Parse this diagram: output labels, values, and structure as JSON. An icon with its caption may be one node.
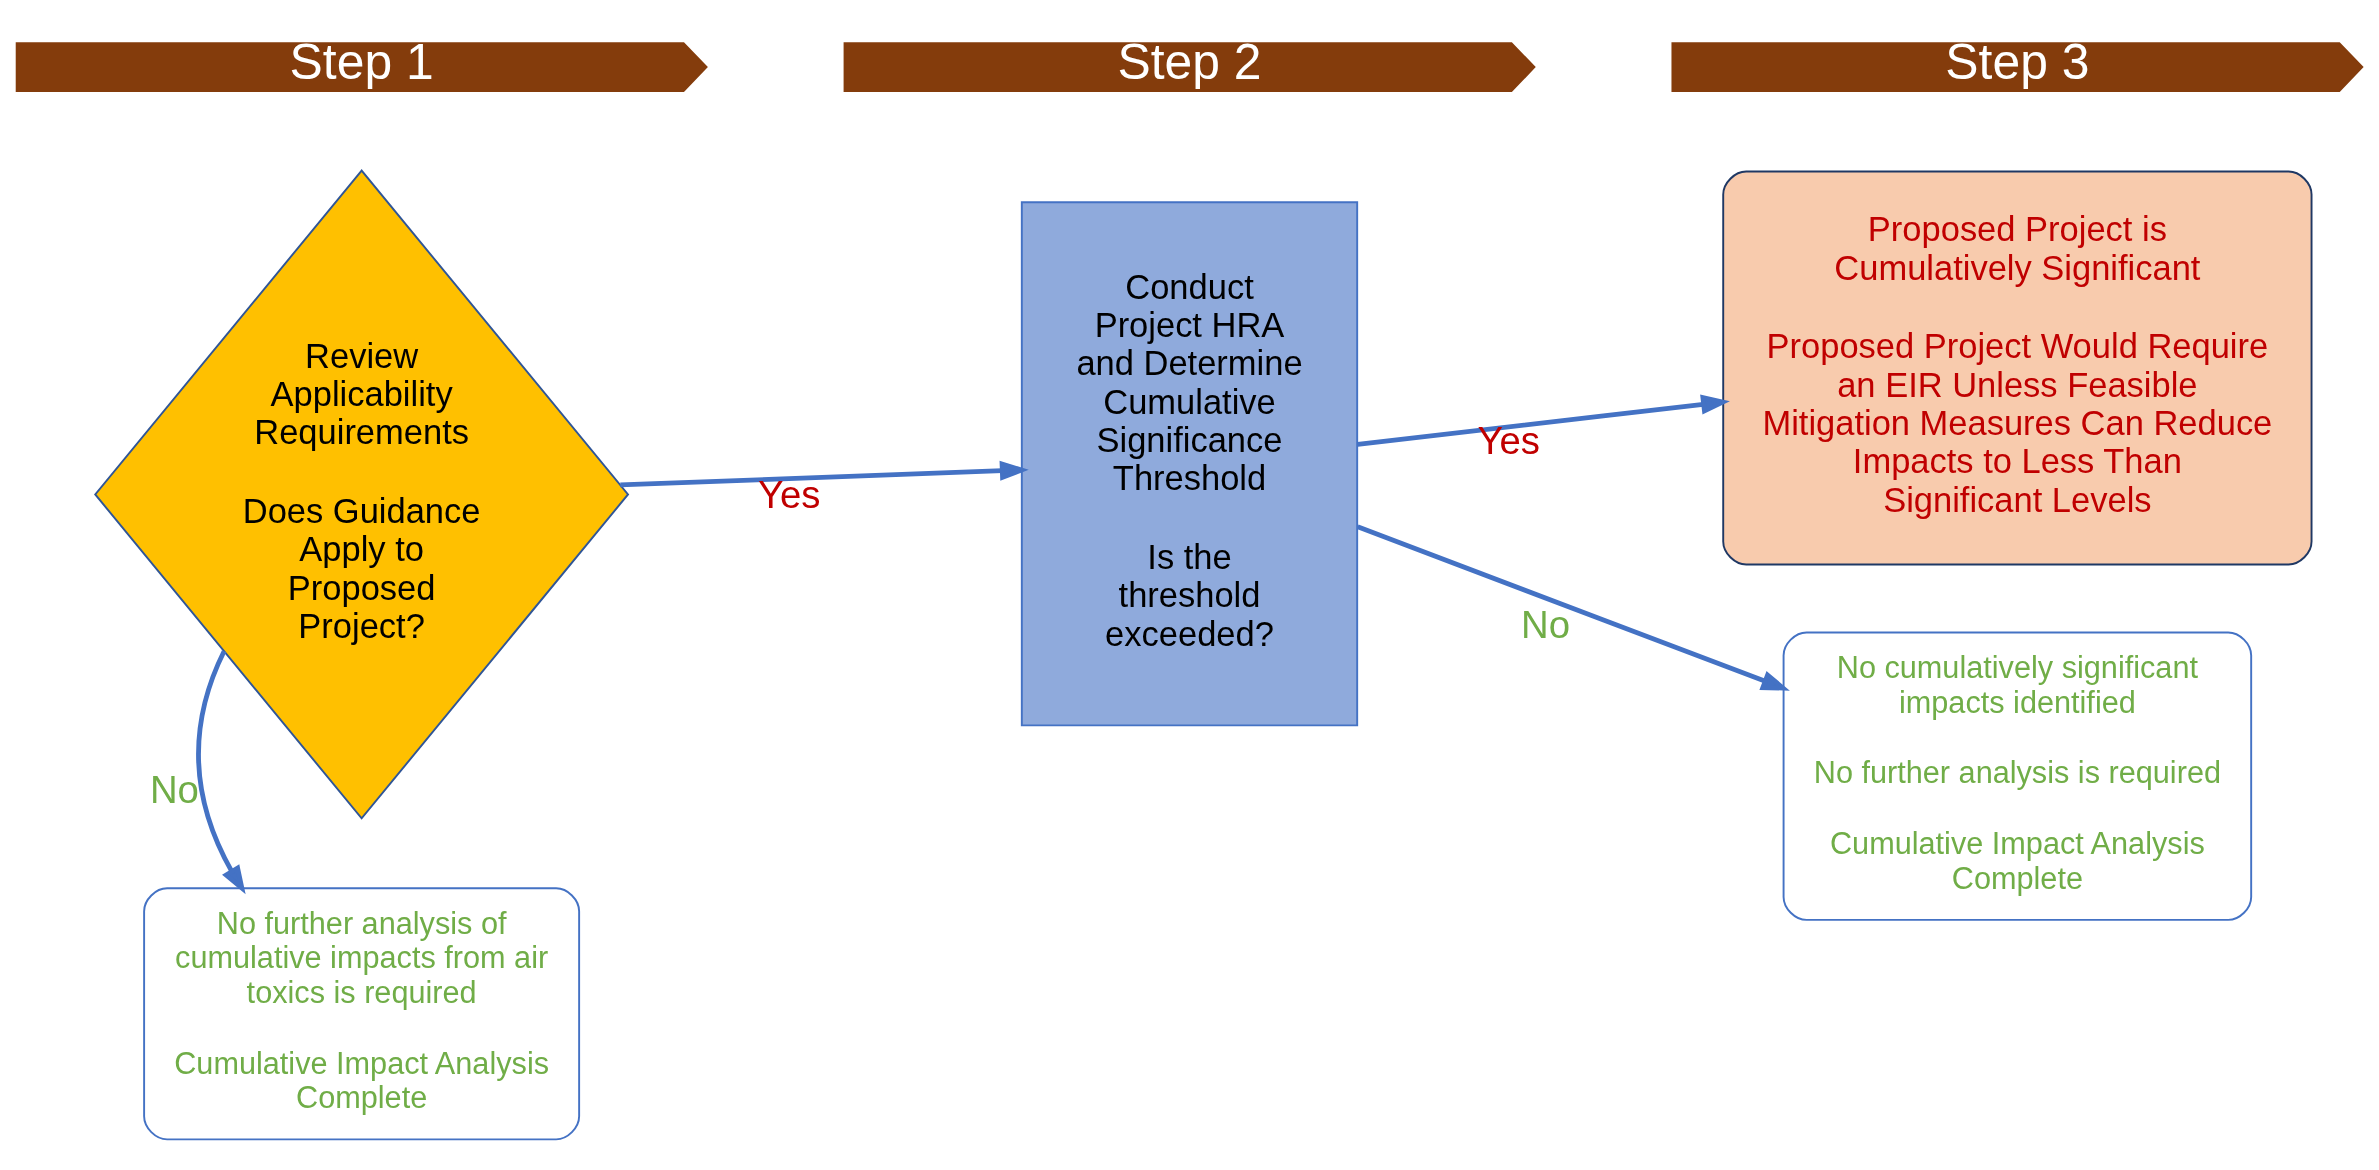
{
  "diagram": {
    "nodes": [
      {
        "text": [
          "Step 1"
        ]
      },
      {
        "text": [
          "Step 2"
        ]
      },
      {
        "text": [
          "Step 3"
        ]
      },
      {
        "text": [
          "Review Applicability Requirements",
          "Does Guidance Apply to Proposed Project?"
        ]
      },
      {
        "text": [
          "Conduct Project HRA and Determine Cumulative Significance Threshold",
          "Is the threshold exceeded?"
        ]
      },
      {
        "text": [
          "Proposed Project is Cumulatively Significant",
          "Proposed Project Would Require an EIR Unless Feasible Mitigation Measures Can Reduce Impacts to Less Than Significant Levels"
        ]
      },
      {
        "text": [
          "No further analysis of cumulative impacts from air toxics is required",
          "Cumulative Impact Analysis Complete"
        ]
      },
      {
        "text": [
          "No cumulatively significant impacts identified",
          "No further analysis is required",
          "Cumulative Impact Analysis Complete"
        ]
      }
    ],
    "edges": [
      {
        "from": 3,
        "to": 4,
        "arrow": "to",
        "label": "Yes"
      },
      {
        "from": 3,
        "to": 6,
        "arrow": "to",
        "label": "No"
      },
      {
        "from": 4,
        "to": 5,
        "arrow": "to",
        "label": "Yes"
      },
      {
        "from": 4,
        "to": 7,
        "arrow": "to",
        "label": "No"
      }
    ]
  }
}
